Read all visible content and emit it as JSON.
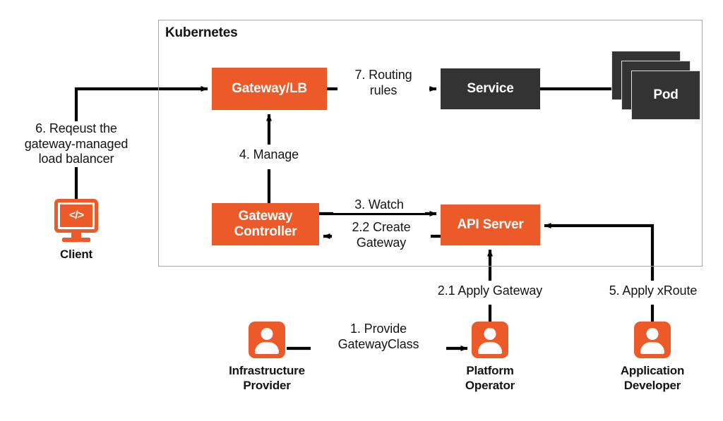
{
  "diagram": {
    "title": "Kubernetes Gateway API request flow",
    "colors": {
      "orange": "#EC5A29",
      "dark": "#333333",
      "cluster_border": "#a8a8a8",
      "text": "#141414",
      "background": "#ffffff"
    }
  },
  "cluster": {
    "label": "Kubernetes"
  },
  "nodes": {
    "gateway_lb": "Gateway/LB",
    "service": "Service",
    "pod": "Pod",
    "gateway_controller": "Gateway\nController",
    "api_server": "API Server"
  },
  "actors": {
    "client": {
      "label": "Client",
      "icon_text": "</>"
    },
    "infrastructure_provider": {
      "label": "Infrastructure\nProvider"
    },
    "platform_operator": {
      "label": "Platform\nOperator"
    },
    "application_developer": {
      "label": "Application\nDeveloper"
    }
  },
  "edges": [
    {
      "id": "e1",
      "label": "1. Provide\nGatewayClass",
      "from": "infrastructure-provider",
      "to": "platform-operator"
    },
    {
      "id": "e2-1",
      "label": "2.1 Apply Gateway",
      "from": "platform-operator",
      "to": "api-server"
    },
    {
      "id": "e2-2",
      "label": "2.2 Create\nGateway",
      "from": "api-server",
      "to": "gateway-controller"
    },
    {
      "id": "e3",
      "label": "3. Watch",
      "from": "gateway-controller",
      "to": "api-server"
    },
    {
      "id": "e4",
      "label": "4. Manage",
      "from": "gateway-controller",
      "to": "gateway-lb"
    },
    {
      "id": "e5",
      "label": "5. Apply xRoute",
      "from": "application-developer",
      "to": "api-server"
    },
    {
      "id": "e6",
      "label": "6. Reqeust the\ngateway-managed\nload balancer",
      "from": "client",
      "to": "gateway-lb"
    },
    {
      "id": "e7",
      "label": "7. Routing\nrules",
      "from": "gateway-lb",
      "to": "service"
    }
  ]
}
